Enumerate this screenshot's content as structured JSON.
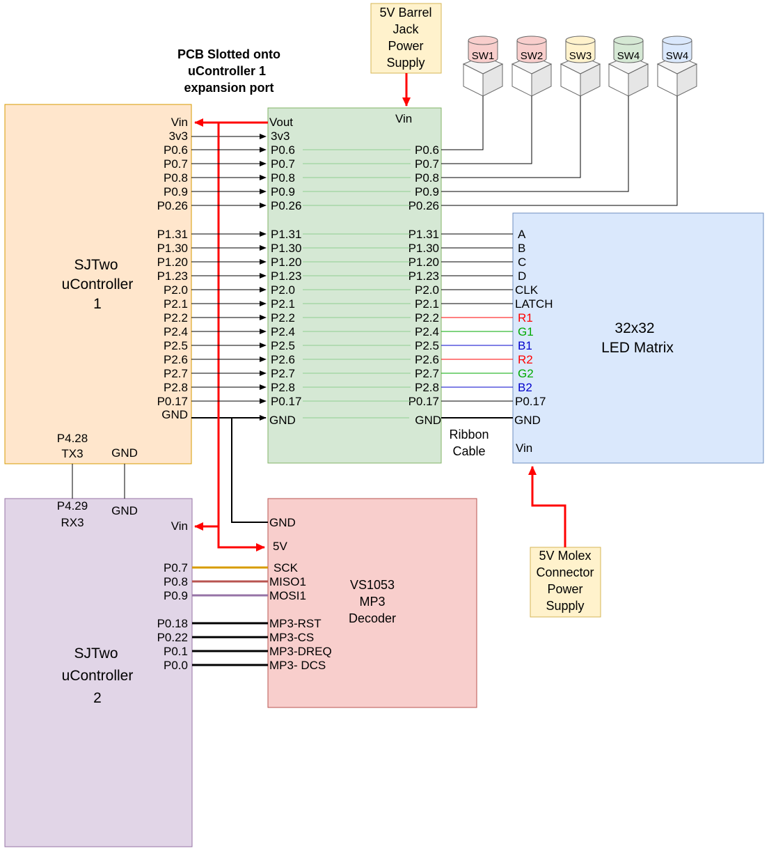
{
  "title_note": [
    "PCB Slotted onto",
    "uController 1",
    "expansion port"
  ],
  "barrel_jack": [
    "5V Barrel",
    "Jack",
    "Power",
    "Supply"
  ],
  "molex": [
    "5V Molex",
    "Connector",
    "Power",
    "Supply"
  ],
  "ribbon": [
    "Ribbon",
    "Cable"
  ],
  "uc1": {
    "name": [
      "SJTwo",
      "uController",
      "1"
    ],
    "vin": "Vin",
    "v33": "3v3",
    "gnd": "GND",
    "tx_pin": "P4.28",
    "tx": "TX3",
    "gnd_bottom": "GND",
    "pins": [
      "P0.6",
      "P0.7",
      "P0.8",
      "P0.9",
      "P0.26",
      "P1.31",
      "P1.30",
      "P1.20",
      "P1.23",
      "P2.0",
      "P2.1",
      "P2.2",
      "P2.4",
      "P2.5",
      "P2.6",
      "P2.7",
      "P2.8",
      "P0.17"
    ]
  },
  "pcb": {
    "vout": "Vout",
    "vin": "Vin",
    "v33": "3v3",
    "gnd_left": "GND",
    "gnd_right": "GND",
    "pins": [
      "P0.6",
      "P0.7",
      "P0.8",
      "P0.9",
      "P0.26",
      "P1.31",
      "P1.30",
      "P1.20",
      "P1.23",
      "P2.0",
      "P2.1",
      "P2.2",
      "P2.4",
      "P2.5",
      "P2.6",
      "P2.7",
      "P2.8",
      "P0.17"
    ]
  },
  "switches": [
    "SW1",
    "SW2",
    "SW3",
    "SW4",
    "SW4"
  ],
  "switch_colors": [
    "#f8cecc",
    "#f8cecc",
    "#fff2cc",
    "#d5e8d4",
    "#dae8fc"
  ],
  "led": {
    "name": [
      "32x32",
      "LED Matrix"
    ],
    "pins": [
      "A",
      "B",
      "C",
      "D",
      "CLK",
      "LATCH",
      "R1",
      "G1",
      "B1",
      "R2",
      "G2",
      "B2",
      "P0.17"
    ],
    "pin_colors": [
      "#000000",
      "#000000",
      "#000000",
      "#000000",
      "#000000",
      "#000000",
      "#ff0000",
      "#00aa00",
      "#0000cc",
      "#ff0000",
      "#00aa00",
      "#0000cc",
      "#000000"
    ],
    "gnd": "GND",
    "vin": "Vin"
  },
  "uc2": {
    "name": [
      "SJTwo",
      "uController",
      "2"
    ],
    "rx_pin": "P4.29",
    "rx": "RX3",
    "gnd_top": "GND",
    "vin": "Vin",
    "spi_pins": [
      "P0.7",
      "P0.8",
      "P0.9"
    ],
    "ctrl_pins": [
      "P0.18",
      "P0.22",
      "P0.1",
      "P0.0"
    ]
  },
  "mp3": {
    "name": [
      "VS1053",
      "MP3",
      "Decoder"
    ],
    "gnd": "GND",
    "v5": "5V",
    "spi_pins": [
      "SCK",
      "MISO1",
      "MOSI1"
    ],
    "spi_colors": [
      "#d79b00",
      "#b85450",
      "#9673a6"
    ],
    "ctrl_pins": [
      "MP3-RST",
      "MP3-CS",
      "MP3-DREQ",
      "MP3- DCS"
    ]
  },
  "colors": {
    "uc1_fill": "#ffe6cc",
    "uc1_stroke": "#d79b00",
    "pcb_fill": "#d5e8d4",
    "pcb_stroke": "#82b366",
    "led_fill": "#dae8fc",
    "led_stroke": "#6c8ebf",
    "uc2_fill": "#e1d5e7",
    "uc2_stroke": "#9673a6",
    "mp3_fill": "#f8cecc",
    "mp3_stroke": "#b85450",
    "supply_fill": "#fff2cc",
    "supply_stroke": "#d6b656",
    "power": "#ff0000",
    "trace": "#8fce8f"
  }
}
